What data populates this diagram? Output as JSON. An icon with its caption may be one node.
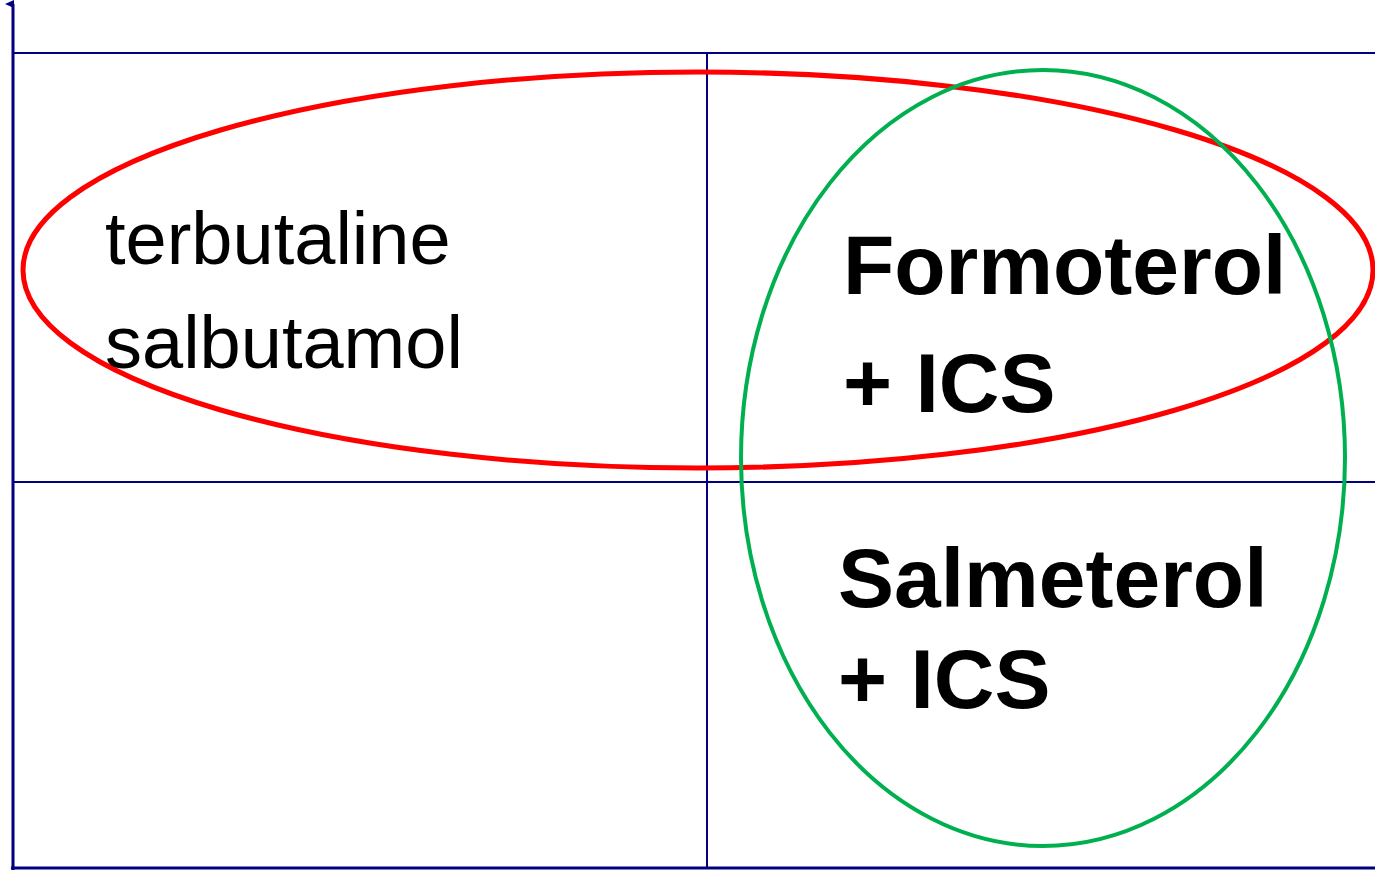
{
  "diagram": {
    "nodes": [
      {
        "text": [
          "terbutaline salbutamol"
        ]
      },
      {
        "text": [
          "Formoterol + ICS",
          "Salmeterol + ICS"
        ]
      }
    ]
  }
}
